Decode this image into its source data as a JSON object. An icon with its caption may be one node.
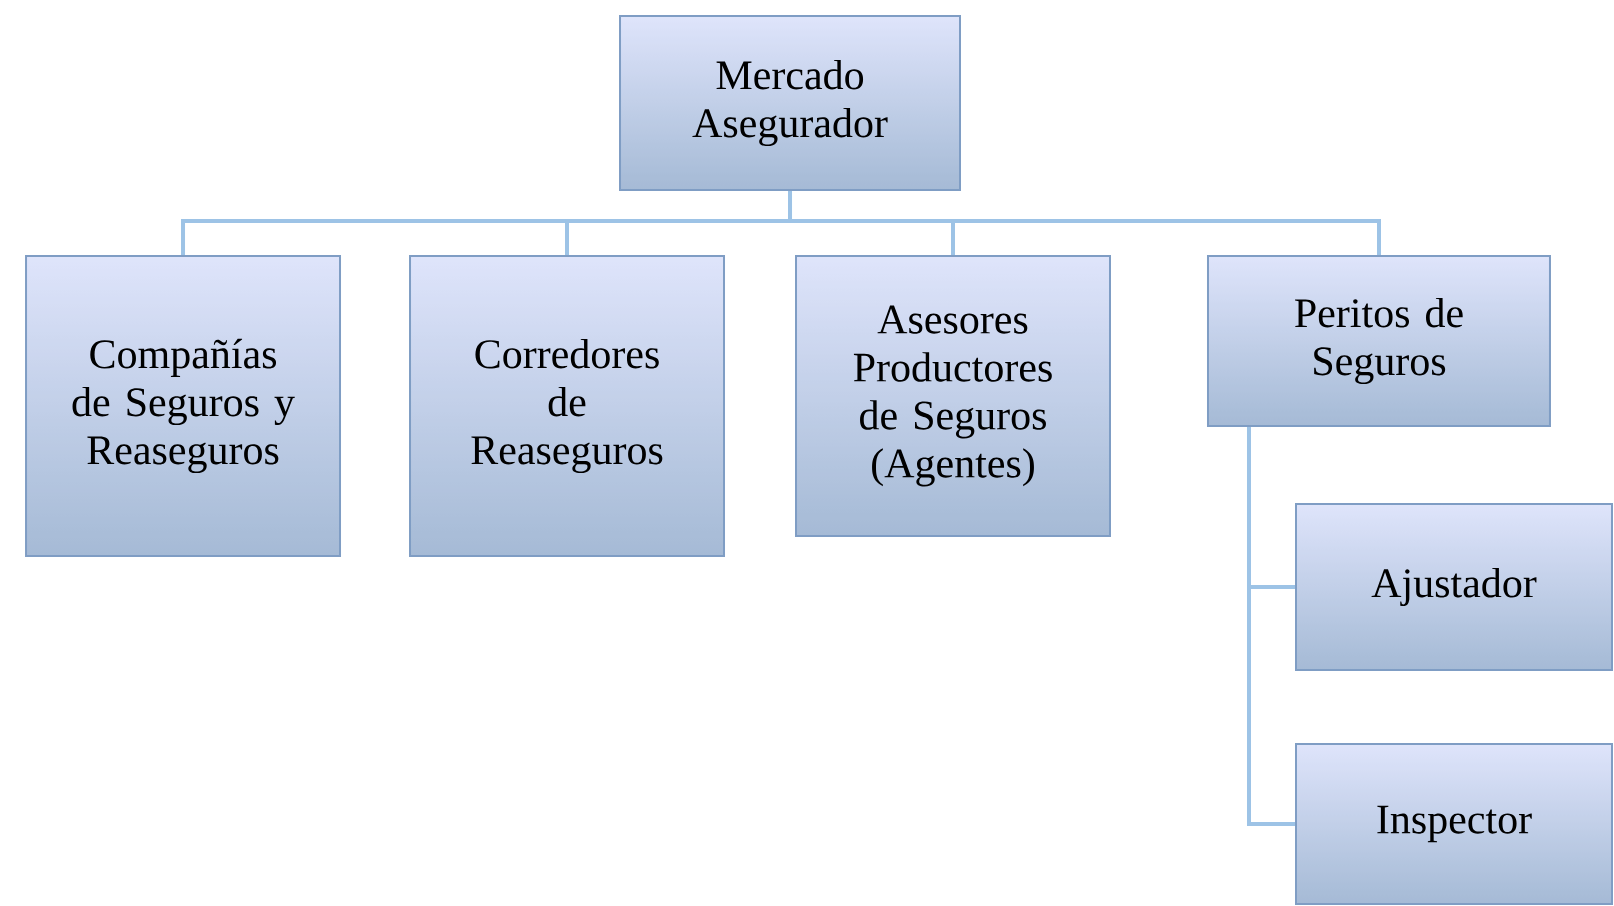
{
  "diagram": {
    "nodes": [
      {
        "text": [
          "Mercado Asegurador"
        ]
      },
      {
        "text": [
          "Compañías de Seguros y Reaseguros"
        ]
      },
      {
        "text": [
          "Corredores de Reaseguros"
        ]
      },
      {
        "text": [
          "Asesores Productores de Seguros (Agentes)"
        ]
      },
      {
        "text": [
          "Peritos de Seguros"
        ]
      },
      {
        "text": [
          "Ajustador"
        ]
      },
      {
        "text": [
          "Inspector"
        ]
      }
    ],
    "edges": [
      {
        "from": 0,
        "to": 1,
        "arrow": "none"
      },
      {
        "from": 0,
        "to": 2,
        "arrow": "none"
      },
      {
        "from": 0,
        "to": 3,
        "arrow": "none"
      },
      {
        "from": 0,
        "to": 4,
        "arrow": "none"
      },
      {
        "from": 4,
        "to": 5,
        "arrow": "none"
      },
      {
        "from": 4,
        "to": 6,
        "arrow": "none"
      }
    ]
  }
}
